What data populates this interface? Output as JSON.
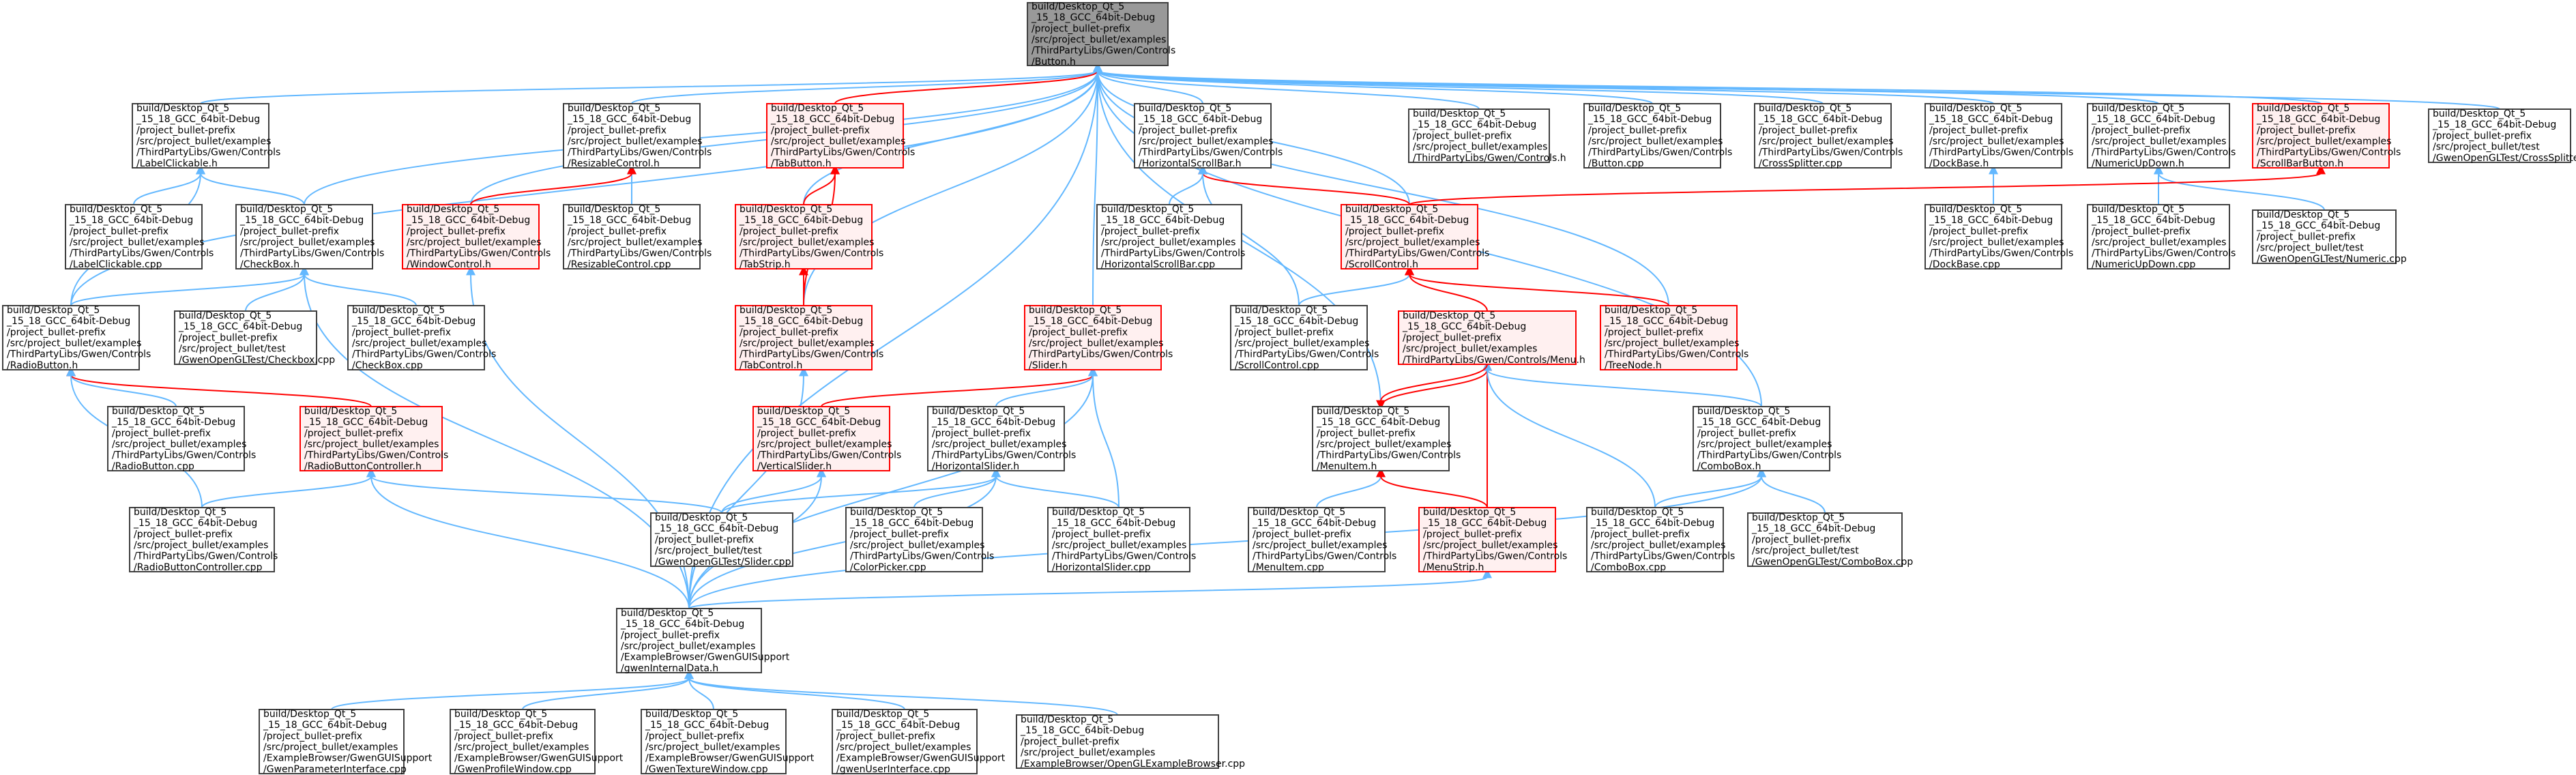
{
  "colors": {
    "edge": "#63b8ff",
    "edge_highlight": "#ff0000",
    "node_border": "#404040",
    "node_fill": "#ffffff",
    "root_fill": "#999999",
    "highlight_border": "#ff0000",
    "highlight_fill": "#fff0f0"
  },
  "nodes": [
    {
      "id": "button_h",
      "kind": "root",
      "lines": [
        "build/Desktop_Qt_5",
        "_15_18_GCC_64bit-Debug",
        "/project_bullet-prefix",
        "/src/project_bullet/examples",
        "/ThirdPartyLibs/Gwen/Controls",
        "/Button.h"
      ]
    },
    {
      "id": "labelclickable_h",
      "kind": "normal",
      "lines": [
        "build/Desktop_Qt_5",
        "_15_18_GCC_64bit-Debug",
        "/project_bullet-prefix",
        "/src/project_bullet/examples",
        "/ThirdPartyLibs/Gwen/Controls",
        "/LabelClickable.h"
      ]
    },
    {
      "id": "resizablecontrol_h",
      "kind": "normal",
      "lines": [
        "build/Desktop_Qt_5",
        "_15_18_GCC_64bit-Debug",
        "/project_bullet-prefix",
        "/src/project_bullet/examples",
        "/ThirdPartyLibs/Gwen/Controls",
        "/ResizableControl.h"
      ]
    },
    {
      "id": "tabbutton_h",
      "kind": "highlight",
      "lines": [
        "build/Desktop_Qt_5",
        "_15_18_GCC_64bit-Debug",
        "/project_bullet-prefix",
        "/src/project_bullet/examples",
        "/ThirdPartyLibs/Gwen/Controls",
        "/TabButton.h"
      ]
    },
    {
      "id": "hscrollbar_h",
      "kind": "normal",
      "lines": [
        "build/Desktop_Qt_5",
        "_15_18_GCC_64bit-Debug",
        "/project_bullet-prefix",
        "/src/project_bullet/examples",
        "/ThirdPartyLibs/Gwen/Controls",
        "/HorizontalScrollBar.h"
      ]
    },
    {
      "id": "controls_h",
      "kind": "normal",
      "lines": [
        "build/Desktop_Qt_5",
        "_15_18_GCC_64bit-Debug",
        "/project_bullet-prefix",
        "/src/project_bullet/examples",
        "/ThirdPartyLibs/Gwen/Controls.h"
      ]
    },
    {
      "id": "button_cpp",
      "kind": "normal",
      "lines": [
        "build/Desktop_Qt_5",
        "_15_18_GCC_64bit-Debug",
        "/project_bullet-prefix",
        "/src/project_bullet/examples",
        "/ThirdPartyLibs/Gwen/Controls",
        "/Button.cpp"
      ]
    },
    {
      "id": "crosssplitter_cpp",
      "kind": "normal",
      "lines": [
        "build/Desktop_Qt_5",
        "_15_18_GCC_64bit-Debug",
        "/project_bullet-prefix",
        "/src/project_bullet/examples",
        "/ThirdPartyLibs/Gwen/Controls",
        "/CrossSplitter.cpp"
      ]
    },
    {
      "id": "dockbase_h",
      "kind": "normal",
      "lines": [
        "build/Desktop_Qt_5",
        "_15_18_GCC_64bit-Debug",
        "/project_bullet-prefix",
        "/src/project_bullet/examples",
        "/ThirdPartyLibs/Gwen/Controls",
        "/DockBase.h"
      ]
    },
    {
      "id": "numericupdown_h",
      "kind": "normal",
      "lines": [
        "build/Desktop_Qt_5",
        "_15_18_GCC_64bit-Debug",
        "/project_bullet-prefix",
        "/src/project_bullet/examples",
        "/ThirdPartyLibs/Gwen/Controls",
        "/NumericUpDown.h"
      ]
    },
    {
      "id": "scrollbarbutton_h",
      "kind": "highlight",
      "lines": [
        "build/Desktop_Qt_5",
        "_15_18_GCC_64bit-Debug",
        "/project_bullet-prefix",
        "/src/project_bullet/examples",
        "/ThirdPartyLibs/Gwen/Controls",
        "/ScrollBarButton.h"
      ]
    },
    {
      "id": "test_crosssplitter_cpp",
      "kind": "normal",
      "lines": [
        "build/Desktop_Qt_5",
        "_15_18_GCC_64bit-Debug",
        "/project_bullet-prefix",
        "/src/project_bullet/test",
        "/GwenOpenGLTest/CrossSplitter.cpp"
      ]
    },
    {
      "id": "labelclickable_cpp",
      "kind": "normal",
      "lines": [
        "build/Desktop_Qt_5",
        "_15_18_GCC_64bit-Debug",
        "/project_bullet-prefix",
        "/src/project_bullet/examples",
        "/ThirdPartyLibs/Gwen/Controls",
        "/LabelClickable.cpp"
      ]
    },
    {
      "id": "checkbox_h",
      "kind": "normal",
      "lines": [
        "build/Desktop_Qt_5",
        "_15_18_GCC_64bit-Debug",
        "/project_bullet-prefix",
        "/src/project_bullet/examples",
        "/ThirdPartyLibs/Gwen/Controls",
        "/CheckBox.h"
      ]
    },
    {
      "id": "windowcontrol_h",
      "kind": "highlight",
      "lines": [
        "build/Desktop_Qt_5",
        "_15_18_GCC_64bit-Debug",
        "/project_bullet-prefix",
        "/src/project_bullet/examples",
        "/ThirdPartyLibs/Gwen/Controls",
        "/WindowControl.h"
      ]
    },
    {
      "id": "resizablecontrol_cpp",
      "kind": "normal",
      "lines": [
        "build/Desktop_Qt_5",
        "_15_18_GCC_64bit-Debug",
        "/project_bullet-prefix",
        "/src/project_bullet/examples",
        "/ThirdPartyLibs/Gwen/Controls",
        "/ResizableControl.cpp"
      ]
    },
    {
      "id": "tabstrip_h",
      "kind": "highlight",
      "lines": [
        "build/Desktop_Qt_5",
        "_15_18_GCC_64bit-Debug",
        "/project_bullet-prefix",
        "/src/project_bullet/examples",
        "/ThirdPartyLibs/Gwen/Controls",
        "/TabStrip.h"
      ]
    },
    {
      "id": "hscrollbar_cpp",
      "kind": "normal",
      "lines": [
        "build/Desktop_Qt_5",
        "_15_18_GCC_64bit-Debug",
        "/project_bullet-prefix",
        "/src/project_bullet/examples",
        "/ThirdPartyLibs/Gwen/Controls",
        "/HorizontalScrollBar.cpp"
      ]
    },
    {
      "id": "scrollcontrol_h",
      "kind": "highlight",
      "lines": [
        "build/Desktop_Qt_5",
        "_15_18_GCC_64bit-Debug",
        "/project_bullet-prefix",
        "/src/project_bullet/examples",
        "/ThirdPartyLibs/Gwen/Controls",
        "/ScrollControl.h"
      ]
    },
    {
      "id": "dockbase_cpp",
      "kind": "normal",
      "lines": [
        "build/Desktop_Qt_5",
        "_15_18_GCC_64bit-Debug",
        "/project_bullet-prefix",
        "/src/project_bullet/examples",
        "/ThirdPartyLibs/Gwen/Controls",
        "/DockBase.cpp"
      ]
    },
    {
      "id": "numericupdown_cpp",
      "kind": "normal",
      "lines": [
        "build/Desktop_Qt_5",
        "_15_18_GCC_64bit-Debug",
        "/project_bullet-prefix",
        "/src/project_bullet/examples",
        "/ThirdPartyLibs/Gwen/Controls",
        "/NumericUpDown.cpp"
      ]
    },
    {
      "id": "test_numeric_cpp",
      "kind": "normal",
      "lines": [
        "build/Desktop_Qt_5",
        "_15_18_GCC_64bit-Debug",
        "/project_bullet-prefix",
        "/src/project_bullet/test",
        "/GwenOpenGLTest/Numeric.cpp"
      ]
    },
    {
      "id": "radiobutton_h",
      "kind": "normal",
      "lines": [
        "build/Desktop_Qt_5",
        "_15_18_GCC_64bit-Debug",
        "/project_bullet-prefix",
        "/src/project_bullet/examples",
        "/ThirdPartyLibs/Gwen/Controls",
        "/RadioButton.h"
      ]
    },
    {
      "id": "test_checkbox_cpp",
      "kind": "normal",
      "lines": [
        "build/Desktop_Qt_5",
        "_15_18_GCC_64bit-Debug",
        "/project_bullet-prefix",
        "/src/project_bullet/test",
        "/GwenOpenGLTest/Checkbox.cpp"
      ]
    },
    {
      "id": "checkbox_cpp",
      "kind": "normal",
      "lines": [
        "build/Desktop_Qt_5",
        "_15_18_GCC_64bit-Debug",
        "/project_bullet-prefix",
        "/src/project_bullet/examples",
        "/ThirdPartyLibs/Gwen/Controls",
        "/CheckBox.cpp"
      ]
    },
    {
      "id": "tabcontrol_h",
      "kind": "highlight",
      "lines": [
        "build/Desktop_Qt_5",
        "_15_18_GCC_64bit-Debug",
        "/project_bullet-prefix",
        "/src/project_bullet/examples",
        "/ThirdPartyLibs/Gwen/Controls",
        "/TabControl.h"
      ]
    },
    {
      "id": "slider_h",
      "kind": "highlight",
      "lines": [
        "build/Desktop_Qt_5",
        "_15_18_GCC_64bit-Debug",
        "/project_bullet-prefix",
        "/src/project_bullet/examples",
        "/ThirdPartyLibs/Gwen/Controls",
        "/Slider.h"
      ]
    },
    {
      "id": "scrollcontrol_cpp",
      "kind": "normal",
      "lines": [
        "build/Desktop_Qt_5",
        "_15_18_GCC_64bit-Debug",
        "/project_bullet-prefix",
        "/src/project_bullet/examples",
        "/ThirdPartyLibs/Gwen/Controls",
        "/ScrollControl.cpp"
      ]
    },
    {
      "id": "menu_h",
      "kind": "highlight",
      "lines": [
        "build/Desktop_Qt_5",
        "_15_18_GCC_64bit-Debug",
        "/project_bullet-prefix",
        "/src/project_bullet/examples",
        "/ThirdPartyLibs/Gwen/Controls/Menu.h"
      ]
    },
    {
      "id": "treenode_h",
      "kind": "highlight",
      "lines": [
        "build/Desktop_Qt_5",
        "_15_18_GCC_64bit-Debug",
        "/project_bullet-prefix",
        "/src/project_bullet/examples",
        "/ThirdPartyLibs/Gwen/Controls",
        "/TreeNode.h"
      ]
    },
    {
      "id": "radiobutton_cpp",
      "kind": "normal",
      "lines": [
        "build/Desktop_Qt_5",
        "_15_18_GCC_64bit-Debug",
        "/project_bullet-prefix",
        "/src/project_bullet/examples",
        "/ThirdPartyLibs/Gwen/Controls",
        "/RadioButton.cpp"
      ]
    },
    {
      "id": "radiobuttoncontroller_h",
      "kind": "highlight",
      "lines": [
        "build/Desktop_Qt_5",
        "_15_18_GCC_64bit-Debug",
        "/project_bullet-prefix",
        "/src/project_bullet/examples",
        "/ThirdPartyLibs/Gwen/Controls",
        "/RadioButtonController.h"
      ]
    },
    {
      "id": "verticalslider_h",
      "kind": "highlight",
      "lines": [
        "build/Desktop_Qt_5",
        "_15_18_GCC_64bit-Debug",
        "/project_bullet-prefix",
        "/src/project_bullet/examples",
        "/ThirdPartyLibs/Gwen/Controls",
        "/VerticalSlider.h"
      ]
    },
    {
      "id": "horizontalslider_h",
      "kind": "normal",
      "lines": [
        "build/Desktop_Qt_5",
        "_15_18_GCC_64bit-Debug",
        "/project_bullet-prefix",
        "/src/project_bullet/examples",
        "/ThirdPartyLibs/Gwen/Controls",
        "/HorizontalSlider.h"
      ]
    },
    {
      "id": "menuitem_h",
      "kind": "normal",
      "lines": [
        "build/Desktop_Qt_5",
        "_15_18_GCC_64bit-Debug",
        "/project_bullet-prefix",
        "/src/project_bullet/examples",
        "/ThirdPartyLibs/Gwen/Controls",
        "/MenuItem.h"
      ]
    },
    {
      "id": "combobox_h",
      "kind": "normal",
      "lines": [
        "build/Desktop_Qt_5",
        "_15_18_GCC_64bit-Debug",
        "/project_bullet-prefix",
        "/src/project_bullet/examples",
        "/ThirdPartyLibs/Gwen/Controls",
        "/ComboBox.h"
      ]
    },
    {
      "id": "radiobuttoncontroller_cpp",
      "kind": "normal",
      "lines": [
        "build/Desktop_Qt_5",
        "_15_18_GCC_64bit-Debug",
        "/project_bullet-prefix",
        "/src/project_bullet/examples",
        "/ThirdPartyLibs/Gwen/Controls",
        "/RadioButtonController.cpp"
      ]
    },
    {
      "id": "test_slider_cpp",
      "kind": "normal",
      "lines": [
        "build/Desktop_Qt_5",
        "_15_18_GCC_64bit-Debug",
        "/project_bullet-prefix",
        "/src/project_bullet/test",
        "/GwenOpenGLTest/Slider.cpp"
      ]
    },
    {
      "id": "colorpicker_cpp",
      "kind": "normal",
      "lines": [
        "build/Desktop_Qt_5",
        "_15_18_GCC_64bit-Debug",
        "/project_bullet-prefix",
        "/src/project_bullet/examples",
        "/ThirdPartyLibs/Gwen/Controls",
        "/ColorPicker.cpp"
      ]
    },
    {
      "id": "horizontalslider_cpp",
      "kind": "normal",
      "lines": [
        "build/Desktop_Qt_5",
        "_15_18_GCC_64bit-Debug",
        "/project_bullet-prefix",
        "/src/project_bullet/examples",
        "/ThirdPartyLibs/Gwen/Controls",
        "/HorizontalSlider.cpp"
      ]
    },
    {
      "id": "menuitem_cpp",
      "kind": "normal",
      "lines": [
        "build/Desktop_Qt_5",
        "_15_18_GCC_64bit-Debug",
        "/project_bullet-prefix",
        "/src/project_bullet/examples",
        "/ThirdPartyLibs/Gwen/Controls",
        "/MenuItem.cpp"
      ]
    },
    {
      "id": "menustrip_h",
      "kind": "highlight",
      "lines": [
        "build/Desktop_Qt_5",
        "_15_18_GCC_64bit-Debug",
        "/project_bullet-prefix",
        "/src/project_bullet/examples",
        "/ThirdPartyLibs/Gwen/Controls",
        "/MenuStrip.h"
      ]
    },
    {
      "id": "combobox_cpp",
      "kind": "normal",
      "lines": [
        "build/Desktop_Qt_5",
        "_15_18_GCC_64bit-Debug",
        "/project_bullet-prefix",
        "/src/project_bullet/examples",
        "/ThirdPartyLibs/Gwen/Controls",
        "/ComboBox.cpp"
      ]
    },
    {
      "id": "test_combobox_cpp",
      "kind": "normal",
      "lines": [
        "build/Desktop_Qt_5",
        "_15_18_GCC_64bit-Debug",
        "/project_bullet-prefix",
        "/src/project_bullet/test",
        "/GwenOpenGLTest/ComboBox.cpp"
      ]
    },
    {
      "id": "gwensupport_h",
      "kind": "normal",
      "lines": [
        "build/Desktop_Qt_5",
        "_15_18_GCC_64bit-Debug",
        "/project_bullet-prefix",
        "/src/project_bullet/examples",
        "/ExampleBrowser/GwenGUISupport",
        "/gwenInternalData.h"
      ]
    },
    {
      "id": "gwenparam_cpp",
      "kind": "normal",
      "lines": [
        "build/Desktop_Qt_5",
        "_15_18_GCC_64bit-Debug",
        "/project_bullet-prefix",
        "/src/project_bullet/examples",
        "/ExampleBrowser/GwenGUISupport",
        "/GwenParameterInterface.cpp"
      ]
    },
    {
      "id": "gwenprofile_cpp",
      "kind": "normal",
      "lines": [
        "build/Desktop_Qt_5",
        "_15_18_GCC_64bit-Debug",
        "/project_bullet-prefix",
        "/src/project_bullet/examples",
        "/ExampleBrowser/GwenGUISupport",
        "/GwenProfileWindow.cpp"
      ]
    },
    {
      "id": "gwentexture_cpp",
      "kind": "normal",
      "lines": [
        "build/Desktop_Qt_5",
        "_15_18_GCC_64bit-Debug",
        "/project_bullet-prefix",
        "/src/project_bullet/examples",
        "/ExampleBrowser/GwenGUISupport",
        "/GwenTextureWindow.cpp"
      ]
    },
    {
      "id": "gwenuser_cpp",
      "kind": "normal",
      "lines": [
        "build/Desktop_Qt_5",
        "_15_18_GCC_64bit-Debug",
        "/project_bullet-prefix",
        "/src/project_bullet/examples",
        "/ExampleBrowser/GwenGUISupport",
        "/gwenUserInterface.cpp"
      ]
    },
    {
      "id": "openglbrowser_cpp",
      "kind": "normal",
      "lines": [
        "build/Desktop_Qt_5",
        "_15_18_GCC_64bit-Debug",
        "/project_bullet-prefix",
        "/src/project_bullet/examples",
        "/ExampleBrowser/OpenGLExampleBrowser.cpp"
      ]
    }
  ]
}
